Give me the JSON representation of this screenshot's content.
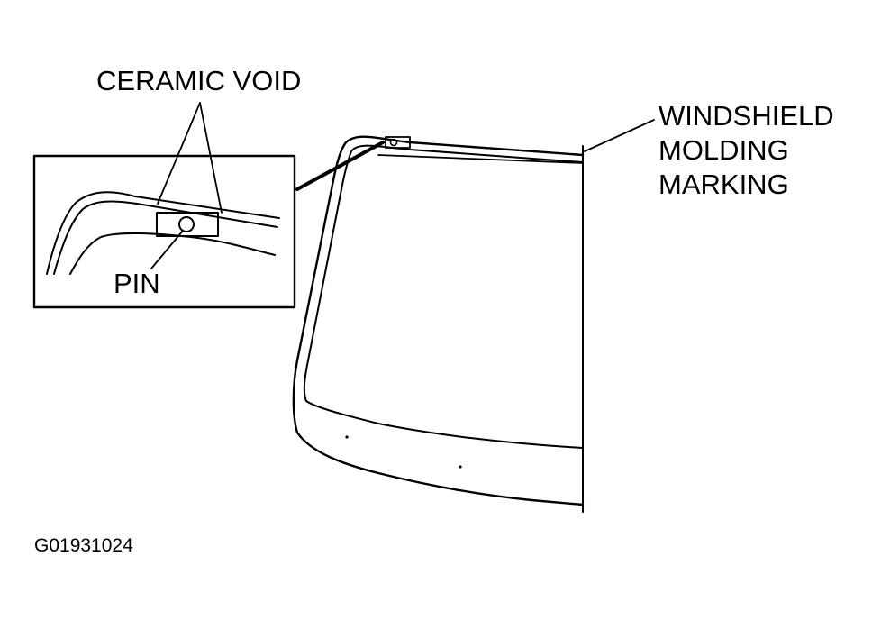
{
  "labels": {
    "ceramic_void": "CERAMIC VOID",
    "pin": "PIN",
    "windshield_line1": "WINDSHIELD",
    "windshield_line2": "MOLDING",
    "windshield_line3": "MARKING",
    "figure_id": "G01931024"
  },
  "colors": {
    "ink": "#000000",
    "paper": "#ffffff"
  }
}
